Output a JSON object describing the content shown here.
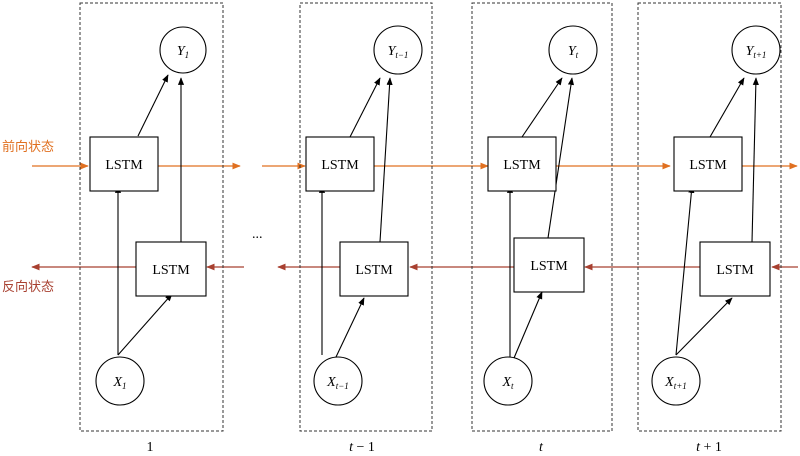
{
  "labels": {
    "forward_state": "前向状态",
    "backward_state": "反向状态",
    "cell": "LSTM",
    "ellipsis": "..."
  },
  "colors": {
    "forward": "#e07020",
    "backward": "#a84030"
  },
  "timesteps": [
    {
      "tick_a": "1",
      "tick_b": "",
      "tick_c": "",
      "x_main": "X",
      "x_sub": "1",
      "y_main": "Y",
      "y_sub": "1"
    },
    {
      "tick_a": "t",
      "tick_b": " − ",
      "tick_c": "1",
      "x_main": "X",
      "x_sub": "t−1",
      "y_main": "Y",
      "y_sub": "t−1"
    },
    {
      "tick_a": "t",
      "tick_b": "",
      "tick_c": "",
      "x_main": "X",
      "x_sub": "t",
      "y_main": "Y",
      "y_sub": "t"
    },
    {
      "tick_a": "t",
      "tick_b": " + ",
      "tick_c": "1",
      "x_main": "X",
      "x_sub": "t+1",
      "y_main": "Y",
      "y_sub": "t+1"
    }
  ]
}
